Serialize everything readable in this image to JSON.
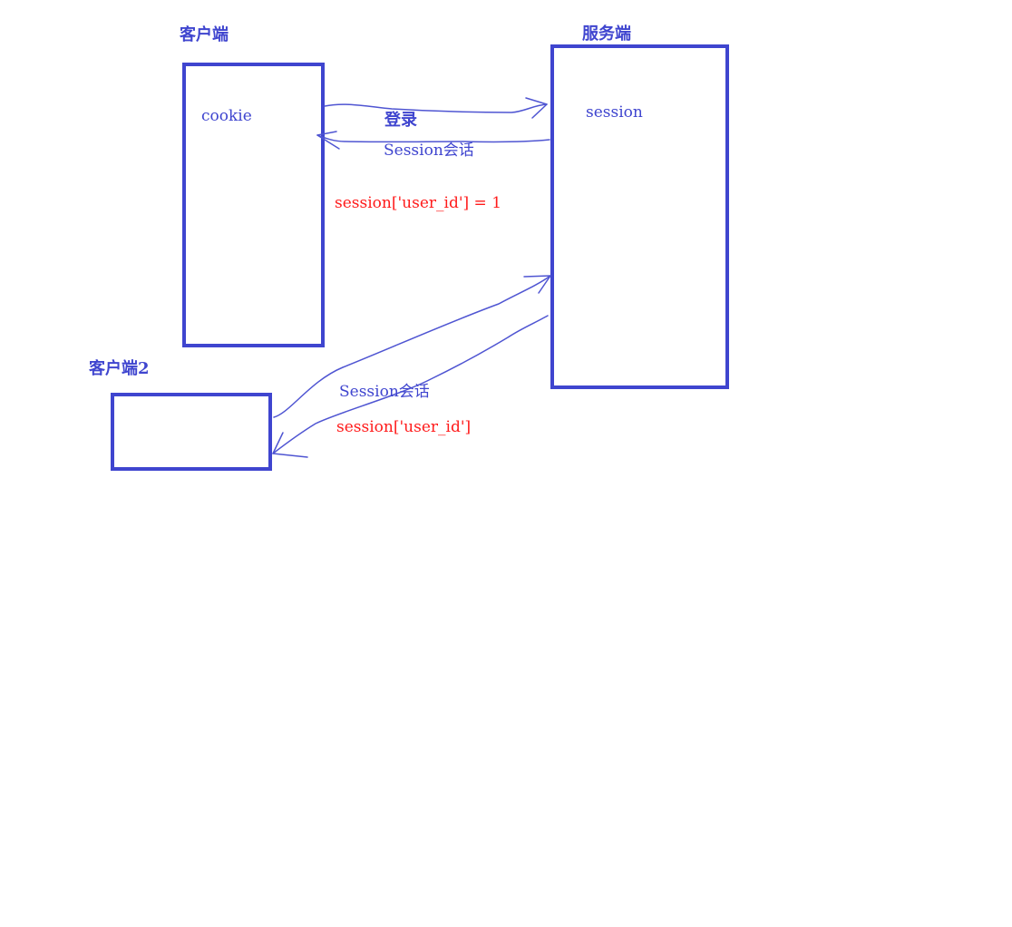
{
  "nodes": {
    "client": {
      "title": "客户端",
      "content": "cookie"
    },
    "server": {
      "title": "服务端",
      "content": "session"
    },
    "client2": {
      "title": "客户端2",
      "content": ""
    }
  },
  "edges": {
    "login": "登录",
    "session_response_1": "Session会话",
    "session_assignment": "session['user_id'] = 1",
    "session_response_2": "Session会话",
    "session_lookup": "session['user_id']"
  },
  "colors": {
    "primary": "#3f45cf",
    "annotation": "#ff1b1b",
    "background": "#ffffff"
  }
}
